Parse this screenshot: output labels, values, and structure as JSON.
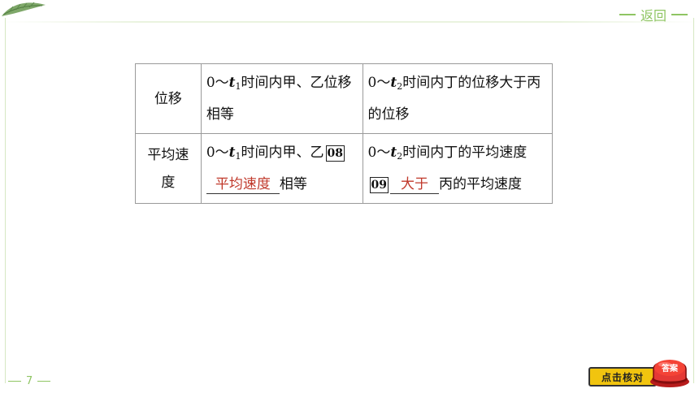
{
  "header": {
    "back_label": "返回"
  },
  "footer": {
    "page_number": "7"
  },
  "table": {
    "row1": {
      "label": "位移",
      "c2_prefix": "0～",
      "c2_var": "t",
      "c2_sub": "1",
      "c2_text": "时间内甲、乙位移相等",
      "c3_prefix": "0～",
      "c3_var": "t",
      "c3_sub": "2",
      "c3_text": "时间内丁的位移大于丙的位移"
    },
    "row2": {
      "label": "平均速度",
      "c2_prefix": "0～",
      "c2_var": "t",
      "c2_sub": "1",
      "c2_text": "时间内甲、乙",
      "c2_box": "08",
      "c2_answer": "平均速度",
      "c2_suffix": "相等",
      "c3_prefix": "0～",
      "c3_var": "t",
      "c3_sub": "2",
      "c3_text": "时间内丁的平均速度",
      "c3_box": "09",
      "c3_answer": "大于",
      "c3_suffix": "丙的平均速度"
    }
  },
  "check_button": {
    "bar_label": "点击核对",
    "badge_label": "答案"
  },
  "colors": {
    "accent": "#8fc563",
    "answer": "#c0392b",
    "button_yellow": "#f1c40f",
    "button_red": "#e53935"
  }
}
